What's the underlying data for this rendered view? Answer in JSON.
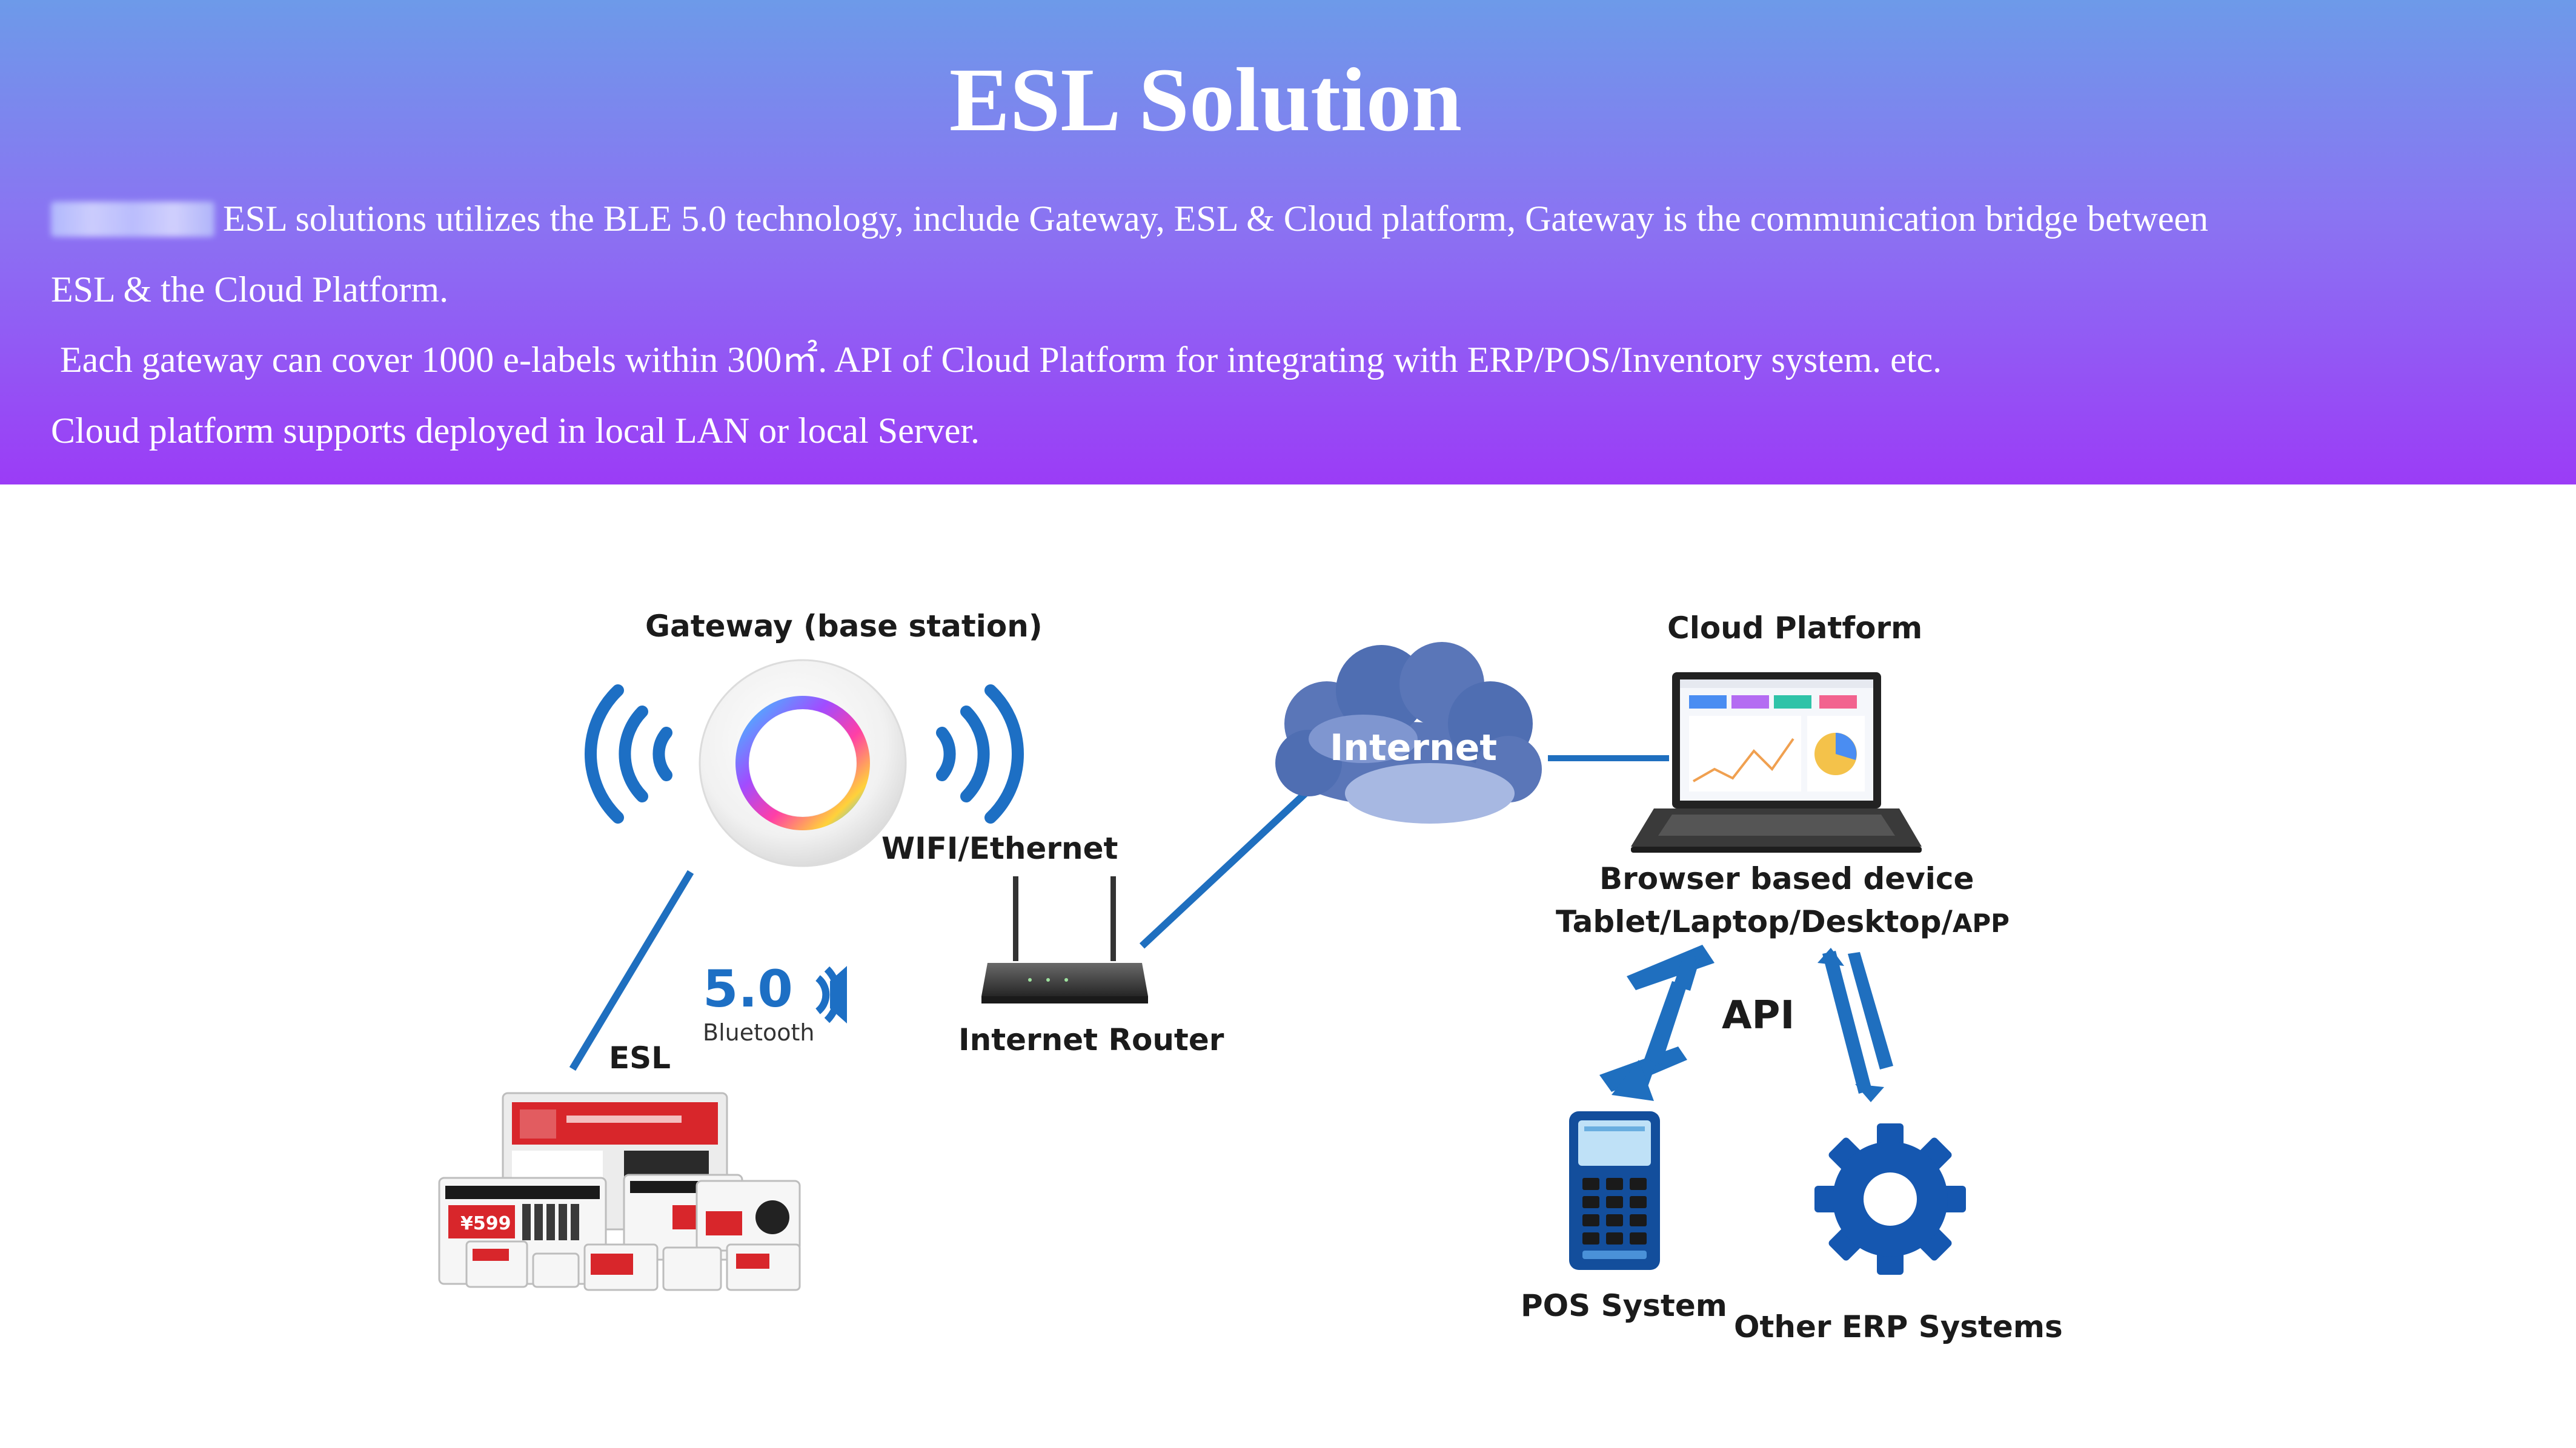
{
  "header": {
    "title": "ESL Solution",
    "line1_text": "ESL solutions utilizes the BLE 5.0 technology, include Gateway, ESL & Cloud platform, Gateway is the communication bridge between",
    "line2_text": "ESL & the Cloud Platform.",
    "line3_text": " Each gateway can cover 1000 e-labels within 300㎡. API of Cloud Platform for integrating with ERP/POS/Inventory system. etc.",
    "line4_text": "Cloud platform supports deployed in local LAN or local Server."
  },
  "diagram": {
    "gateway_label": "Gateway (base station)",
    "wifi_label": "WIFI/Ethernet",
    "bt_version": "5.0",
    "bt_label": "Bluetooth",
    "esl_label": "ESL",
    "router_label": "Internet Router",
    "internet_label": "Internet",
    "cloud_label": "Cloud Platform",
    "browser_label_line1": "Browser based device",
    "browser_label_line2": "Tablet/Laptop/Desktop/",
    "browser_label_app": "APP",
    "api_label": "API",
    "pos_label": "POS System",
    "erp_label": "Other ERP Systems"
  },
  "colors": {
    "banner_top": "#6d9ae9",
    "banner_bottom": "#9b3cf6",
    "link_blue": "#1f6fbf",
    "gear_blue": "#1557b0",
    "esl_red": "#d8262b"
  }
}
